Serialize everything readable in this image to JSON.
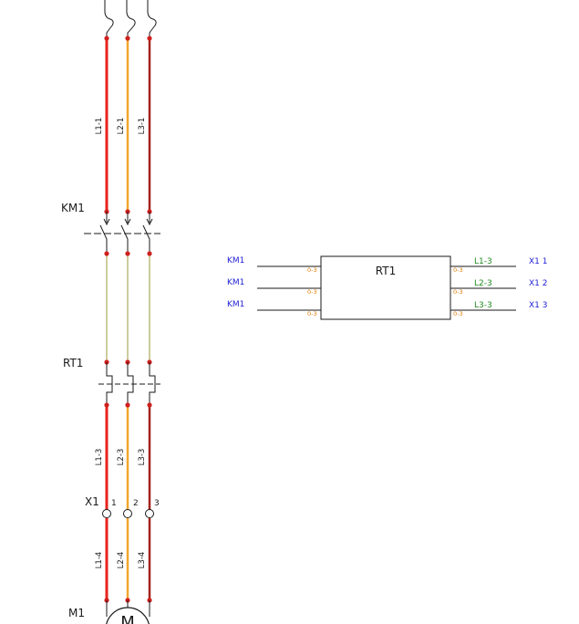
{
  "colors": {
    "L1": "#e8241c",
    "L2": "#f2a72c",
    "L3": "#a2231e",
    "thin": "#9a9a3a",
    "terminal": "#d0201e",
    "blue": "#1f1fd6",
    "green": "#1f8a1f",
    "orange": "#e07b00"
  },
  "labels": {
    "km1": "KM1",
    "rt1": "RT1",
    "x1": "X1",
    "m1": "M1",
    "motor_letter": "M"
  },
  "wires": {
    "top": [
      "L1-1",
      "L2-1",
      "L3-1"
    ],
    "middle": [
      "L1-3",
      "L2-3",
      "L3-3"
    ],
    "bottom": [
      "L1-4",
      "L2-4",
      "L3-4"
    ]
  },
  "terminal_numbers": [
    "1",
    "2",
    "3"
  ],
  "rt1_block": {
    "title": "RT1",
    "inputs": [
      {
        "source": "KM1",
        "pin": "0-3"
      },
      {
        "source": "KM1",
        "pin": "0-3"
      },
      {
        "source": "KM1",
        "pin": "0-3"
      }
    ],
    "outputs": [
      {
        "pin": "0-3",
        "wire": "L1-3",
        "dest": "X1 1"
      },
      {
        "pin": "0-3",
        "wire": "L2-3",
        "dest": "X1 2"
      },
      {
        "pin": "0-3",
        "wire": "L3-3",
        "dest": "X1 3"
      }
    ]
  }
}
